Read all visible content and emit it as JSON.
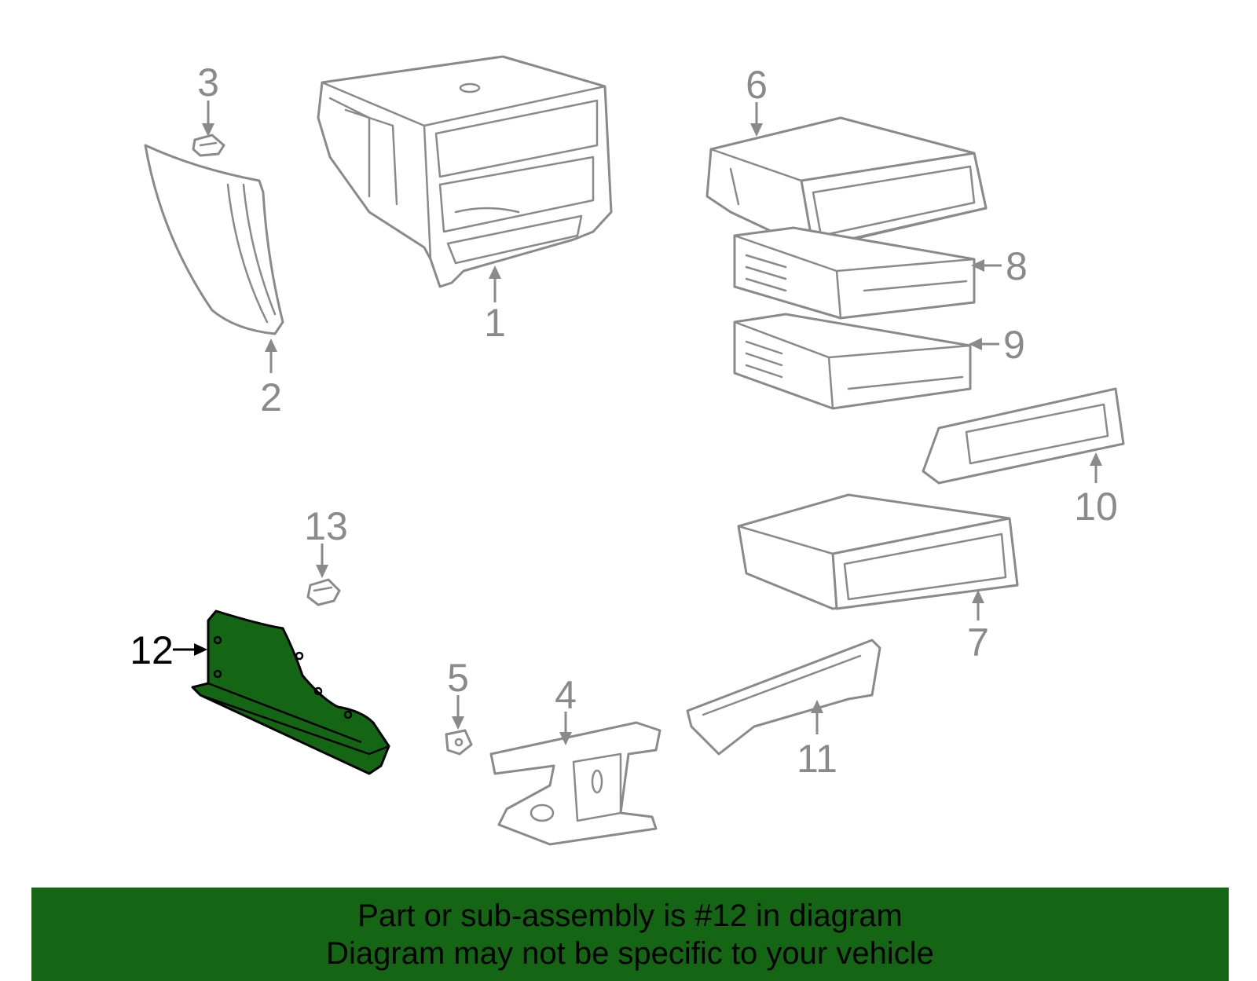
{
  "diagram": {
    "highlighted_part": "12",
    "highlight_color": "#146614",
    "part_color": "#8a8a8a",
    "callouts": [
      {
        "number": "1"
      },
      {
        "number": "2"
      },
      {
        "number": "3"
      },
      {
        "number": "4"
      },
      {
        "number": "5"
      },
      {
        "number": "6"
      },
      {
        "number": "7"
      },
      {
        "number": "8"
      },
      {
        "number": "9"
      },
      {
        "number": "10"
      },
      {
        "number": "11"
      },
      {
        "number": "12"
      },
      {
        "number": "13"
      }
    ]
  },
  "footer": {
    "line1": "Part or sub-assembly is #12 in diagram",
    "line2": "Diagram may not be specific to your vehicle",
    "background": "#146614"
  }
}
